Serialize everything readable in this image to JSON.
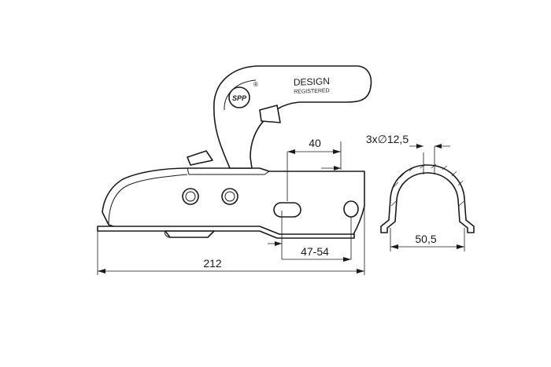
{
  "handle": {
    "design_text": "DESIGN",
    "registered_text": "REGISTERED",
    "logo_text": "SPP",
    "registered_mark": "®"
  },
  "dimensions": {
    "slot_spacing": "40",
    "mount_range": "47-54",
    "total_length": "212",
    "holes": "3x∅12,5",
    "profile_width": "50,5"
  }
}
